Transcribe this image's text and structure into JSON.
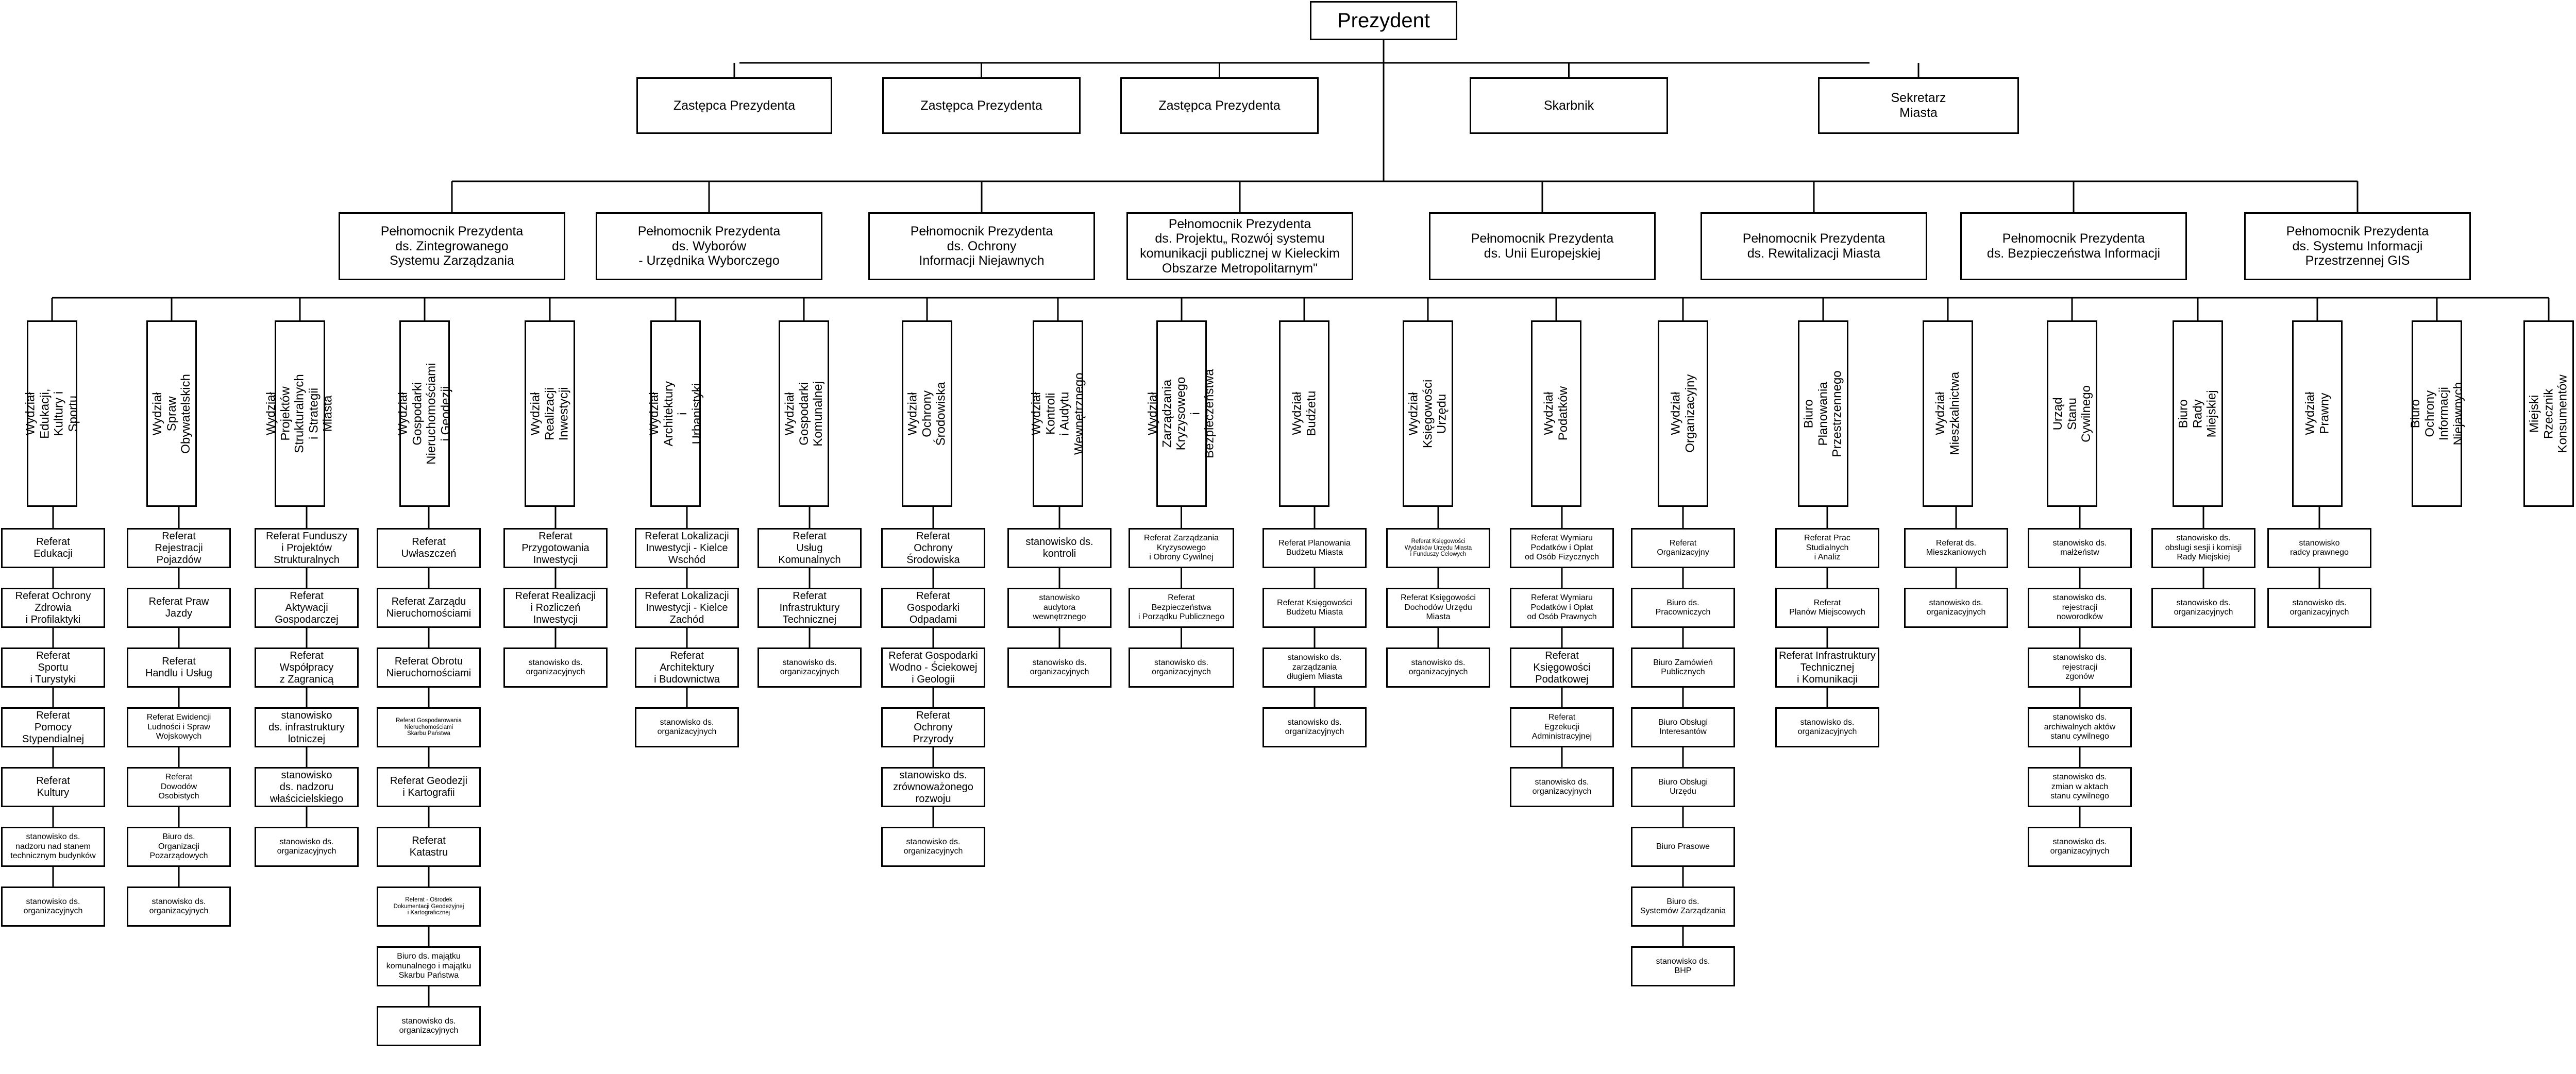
{
  "president": "Prezydent",
  "deputies": [
    "Zastępca Prezydenta",
    "Zastępca Prezydenta",
    "Zastępca Prezydenta",
    "Skarbnik",
    "Sekretarz\nMiasta"
  ],
  "plenipotentiaries": [
    "Pełnomocnik Prezydenta\nds. Zintegrowanego\nSystemu Zarządzania",
    "Pełnomocnik Prezydenta\nds. Wyborów\n- Urzędnika Wyborczego",
    "Pełnomocnik Prezydenta\nds. Ochrony\nInformacji Niejawnych",
    "Pełnomocnik Prezydenta\nds. Projektu„ Rozwój systemu\nkomunikacji publicznej w Kieleckim\nObszarze Metropolitarnym\"",
    "Pełnomocnik Prezydenta\nds. Unii Europejskiej",
    "Pełnomocnik Prezydenta\nds. Rewitalizacji Miasta",
    "Pełnomocnik Prezydenta\nds. Bezpieczeństwa Informacji",
    "Pełnomocnik Prezydenta\nds. Systemu Informacji\nPrzestrzennej GIS"
  ],
  "departments": [
    {
      "name": "Wydział Edukacji,\nKultury i Sportu",
      "units": [
        "Referat\nEdukacji",
        "Referat Ochrony\nZdrowia\ni Profilaktyki",
        "Referat\nSportu\ni Turystyki",
        "Referat\nPomocy\nStypendialnej",
        "Referat\nKultury",
        "stanowisko ds.\nnadzoru nad stanem\ntechnicznym budynków",
        "stanowisko ds.\norganizacyjnych"
      ]
    },
    {
      "name": "Wydział Spraw Obywatelskich",
      "units": [
        "Referat\nRejestracji\nPojazdów",
        "Referat Praw\nJazdy",
        "Referat\nHandlu i Usług",
        "Referat Ewidencji\nLudności i Spraw\nWojskowych",
        "Referat\nDowodów\nOsobistych",
        "Biuro ds.\nOrganizacji\nPozarządowych",
        "stanowisko ds.\norganizacyjnych"
      ]
    },
    {
      "name": "Wydział Projektów\nStrukturalnych\ni Strategii Miasta",
      "units": [
        "Referat Funduszy\ni Projektów\nStrukturalnych",
        "Referat\nAktywacji\nGospodarczej",
        "Referat\nWspółpracy\nz Zagranicą",
        "stanowisko\nds. infrastruktury\nlotniczej",
        "stanowisko\nds. nadzoru\nwłaścicielskiego",
        "stanowisko ds.\norganizacyjnych"
      ]
    },
    {
      "name": "Wydział Gospodarki\nNieruchomościami i Geodezji",
      "units": [
        "Referat\nUwłaszczeń",
        "Referat Zarządu\nNieruchomościami",
        "Referat Obrotu\nNieruchomościami",
        "Referat Gospodarowania\nNieruchomościami\nSkarbu Państwa",
        "Referat Geodezji\ni Kartografii",
        "Referat\nKatastru",
        "Referat - Ośrodek\nDokumentacji Geodezyjnej\ni Kartograficznej",
        "Biuro ds. majątku\nkomunalnego i majątku\nSkarbu Państwa",
        "stanowisko ds.\norganizacyjnych"
      ]
    },
    {
      "name": "Wydział Realizacji Inwestycji",
      "units": [
        "Referat\nPrzygotowania\nInwestycji",
        "Referat Realizacji\ni Rozliczeń\nInwestycji",
        "stanowisko ds.\norganizacyjnych"
      ]
    },
    {
      "name": "Wydział Architektury\ni Urbanistyki",
      "units": [
        "Referat Lokalizacji\nInwestycji - Kielce\nWschód",
        "Referat Lokalizacji\nInwestycji - Kielce\nZachód",
        "Referat\nArchitektury\ni Budownictwa",
        "stanowisko ds.\norganizacyjnych"
      ]
    },
    {
      "name": "Wydział\nGospodarki Komunalnej",
      "units": [
        "Referat\nUsług\nKomunalnych",
        "Referat\nInfrastruktury\nTechnicznej",
        "stanowisko ds.\norganizacyjnych"
      ]
    },
    {
      "name": "Wydział\nOchrony Środowiska",
      "units": [
        "Referat\nOchrony\nŚrodowiska",
        "Referat\nGospodarki\nOdpadami",
        "Referat  Gospodarki\nWodno - Ściekowej\ni Geologii",
        "Referat\nOchrony\nPrzyrody",
        "stanowisko ds.\nzrównoważonego\nrozwoju",
        "stanowisko ds.\norganizacyjnych"
      ]
    },
    {
      "name": "Wydział Kontroli\ni Audytu\nWewnętrznego",
      "units": [
        "stanowisko ds.\nkontroli",
        "stanowisko\naudytora\nwewnętrznego",
        "stanowisko ds.\norganizacyjnych"
      ]
    },
    {
      "name": "Wydział Zarządzania\nKryzysowego\ni Bezpieczeństwa",
      "units": [
        "Referat Zarządzania\nKryzysowego\ni Obrony Cywilnej",
        "Referat\nBezpieczeństwa\ni Porządku Publicznego",
        "stanowisko ds.\norganizacyjnych"
      ]
    },
    {
      "name": "Wydział Budżetu",
      "units": [
        "Referat Planowania\nBudżetu Miasta",
        "Referat Księgowości\nBudżetu Miasta",
        "stanowisko ds.\nzarządzania\ndługiem Miasta",
        "stanowisko ds.\norganizacyjnych"
      ]
    },
    {
      "name": "Wydział Księgowości Urzędu",
      "units": [
        "Referat Księgowości\nWydatków Urzędu Miasta\ni Funduszy Celowych",
        "Referat Księgowości\nDochodów Urzędu\nMiasta",
        "stanowisko ds.\norganizacyjnych"
      ]
    },
    {
      "name": "Wydział Podatków",
      "units": [
        "Referat Wymiaru\nPodatków i Opłat\nod Osób Fizycznych",
        "Referat Wymiaru\nPodatków i Opłat\nod Osób Prawnych",
        "Referat\nKsięgowości\nPodatkowej",
        "Referat\nEgzekucji\nAdministracyjnej",
        "stanowisko ds.\norganizacyjnych"
      ]
    },
    {
      "name": "Wydział Organizacyjny",
      "units": [
        "Referat\nOrganizacyjny",
        "Biuro ds.\nPracowniczych",
        "Biuro Zamówień\nPublicznych",
        "Biuro Obsługi\nInteresantów",
        "Biuro Obsługi\nUrzędu",
        "Biuro Prasowe",
        "Biuro ds.\nSystemów Zarządzania",
        "stanowisko ds.\nBHP"
      ]
    },
    {
      "name": "Biuro Planowania\nPrzestrzennego",
      "units": [
        "Referat Prac\nStudialnych\ni Analiz",
        "Referat\nPlanów Miejscowych",
        "Referat Infrastruktury\nTechnicznej\ni Komunikacji",
        "stanowisko ds.\norganizacyjnych"
      ]
    },
    {
      "name": "Wydział\nMieszkalnictwa",
      "units": [
        "Referat ds.\nMieszkaniowych",
        "stanowisko ds.\norganizacyjnych"
      ]
    },
    {
      "name": "Urząd\nStanu Cywilnego",
      "units": [
        "stanowisko ds.\nmałżeństw",
        "stanowisko ds.\nrejestracji\nnoworodków",
        "stanowisko ds.\nrejestracji\nzgonów",
        "stanowisko ds.\narchiwalnych aktów\nstanu cywilnego",
        "stanowisko ds.\nzmian w aktach\nstanu cywilnego",
        "stanowisko ds.\norganizacyjnych"
      ]
    },
    {
      "name": "Biuro\nRady Miejskiej",
      "units": [
        "stanowisko ds.\nobsługi sesji i komisji\nRady Miejskiej",
        "stanowisko ds.\norganizacyjnych"
      ]
    },
    {
      "name": "Wydział Prawny",
      "units": [
        "stanowisko\nradcy prawnego",
        "stanowisko ds.\norganizacyjnych"
      ]
    },
    {
      "name": "Biuro Ochrony\nInformacji Niejawnych",
      "units": []
    },
    {
      "name": "Miejski Rzecznik\nKonsumentów",
      "units": []
    }
  ]
}
